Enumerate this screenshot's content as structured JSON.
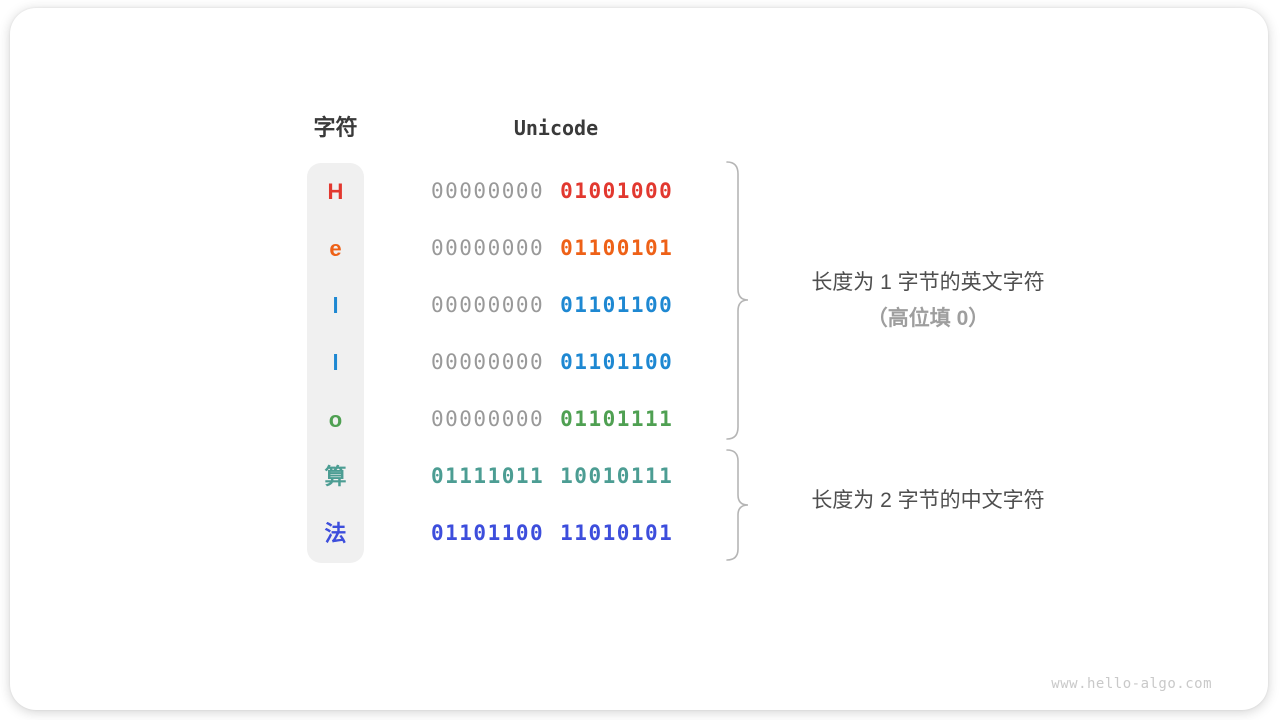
{
  "table": {
    "char_header": "字符",
    "unicode_header": "Unicode",
    "rows": [
      {
        "char": "H",
        "color": "#E2382F",
        "byte1": "00000000",
        "byte1_color": "#999999",
        "byte2": "01001000",
        "byte2_color": "#E2382F"
      },
      {
        "char": "e",
        "color": "#EE6117",
        "byte1": "00000000",
        "byte1_color": "#999999",
        "byte2": "01100101",
        "byte2_color": "#EE6117"
      },
      {
        "char": "l",
        "color": "#1E88D2",
        "byte1": "00000000",
        "byte1_color": "#999999",
        "byte2": "01101100",
        "byte2_color": "#1E88D2"
      },
      {
        "char": "l",
        "color": "#1E88D2",
        "byte1": "00000000",
        "byte1_color": "#999999",
        "byte2": "01101100",
        "byte2_color": "#1E88D2"
      },
      {
        "char": "o",
        "color": "#4FA052",
        "byte1": "00000000",
        "byte1_color": "#999999",
        "byte2": "01101111",
        "byte2_color": "#4FA052"
      },
      {
        "char": "算",
        "color": "#4C9D93",
        "byte1": "01111011",
        "byte1_color": "#4C9D93",
        "byte2": "10010111",
        "byte2_color": "#4C9D93"
      },
      {
        "char": "法",
        "color": "#3D4EDC",
        "byte1": "01101100",
        "byte1_color": "#3D4EDC",
        "byte2": "11010101",
        "byte2_color": "#3D4EDC"
      }
    ]
  },
  "annotations": {
    "group1": {
      "line1": "长度为 1 字节的英文字符",
      "line2": "（高位填 0）"
    },
    "group2": {
      "line1": "长度为 2 字节的中文字符"
    }
  },
  "colors": {
    "column_background": "#F0F0F0",
    "brace": "#B5B5B5",
    "header_text": "#3A3A3A",
    "gray_byte": "#999999",
    "annotation_text": "#4E4E4E",
    "annotation_muted": "#9E9E9E",
    "watermark": "#C9C9C9"
  },
  "page": {
    "watermark": "www.hello-algo.com"
  }
}
